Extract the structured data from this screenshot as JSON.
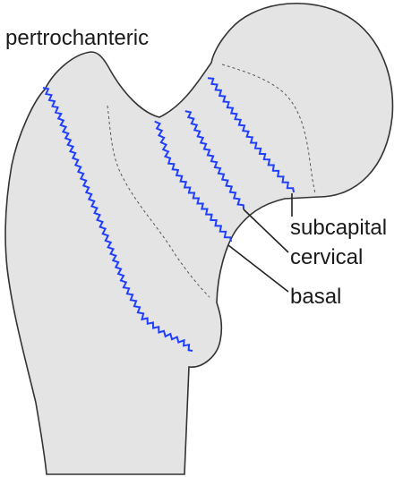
{
  "labels": {
    "pertrochanteric": "pertrochanteric",
    "subcapital": "subcapital",
    "cervical": "cervical",
    "basal": "basal"
  },
  "colors": {
    "bone_fill": "#e4e4e4",
    "bone_outline": "#333333",
    "fracture_line": "#1f3fff",
    "dashed_contour": "#555555",
    "leader_line": "#222222",
    "text": "#1a1a1a"
  }
}
